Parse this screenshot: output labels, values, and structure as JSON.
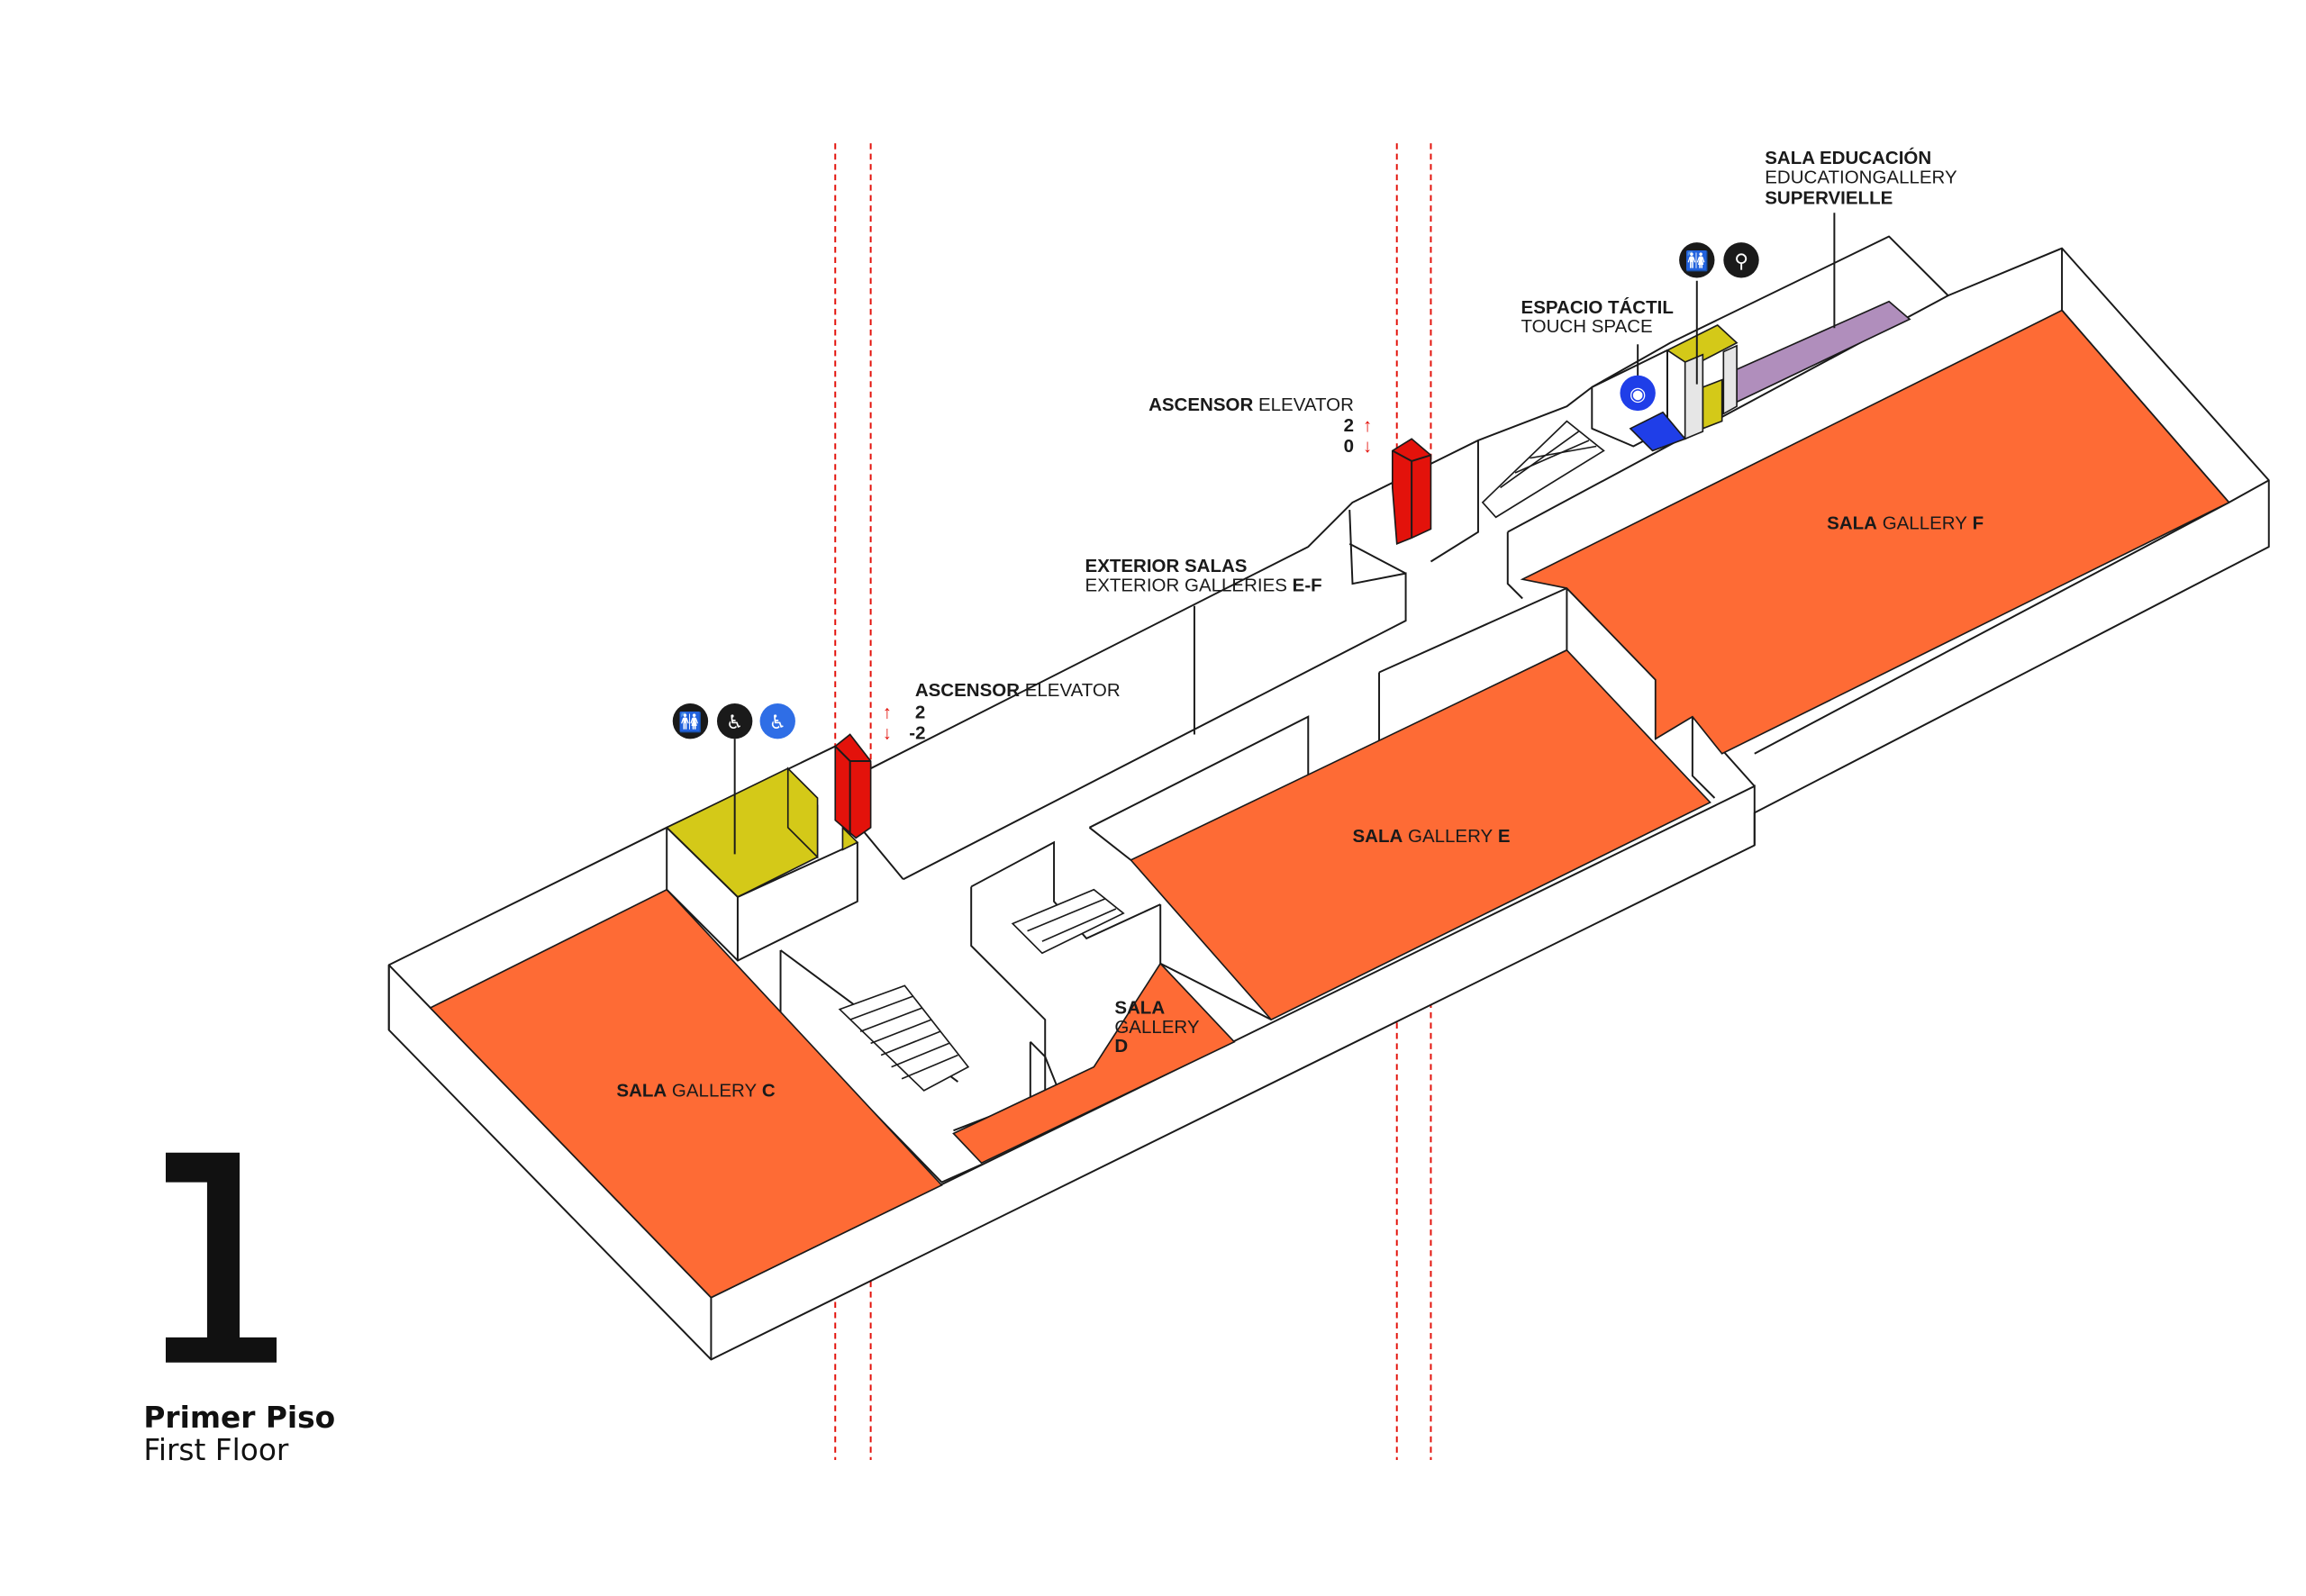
{
  "floor": {
    "number": "1",
    "name_es": "Primer Piso",
    "name_en": "First Floor"
  },
  "galleries": {
    "c": {
      "es": "SALA",
      "en": "GALLERY",
      "id": "C"
    },
    "d": {
      "es": "SALA",
      "en": "GALLERY",
      "id": "D"
    },
    "e": {
      "es": "SALA",
      "en": "GALLERY",
      "id": "E"
    },
    "f": {
      "es": "SALA",
      "en": "GALLERY",
      "id": "F"
    }
  },
  "education": {
    "line1": "SALA EDUCACIÓN",
    "line2": "EDUCATIONGALLERY",
    "line3": "SUPERVIELLE"
  },
  "touch_space": {
    "es": "ESPACIO TÁCTIL",
    "en": "TOUCH SPACE"
  },
  "exterior": {
    "es": "EXTERIOR SALAS",
    "en": "EXTERIOR GALLERIES",
    "id": "E-F"
  },
  "elevator_left": {
    "es": "ASCENSOR",
    "en": "ELEVATOR",
    "up": "2",
    "down": "-2"
  },
  "elevator_right": {
    "es": "ASCENSOR",
    "en": "ELEVATOR",
    "up": "2",
    "down": "0"
  },
  "icons": {
    "restroom": "restroom-icon",
    "baby_change": "baby-changing-icon",
    "accessible": "wheelchair-icon",
    "touch": "touch-space-icon"
  },
  "colors": {
    "gallery": "#fe6b35",
    "services": "#d4c918",
    "education": "#b08ebc",
    "touch": "#1f3ee8",
    "elevator": "#e3120b",
    "accessible": "#2f6ee6"
  }
}
